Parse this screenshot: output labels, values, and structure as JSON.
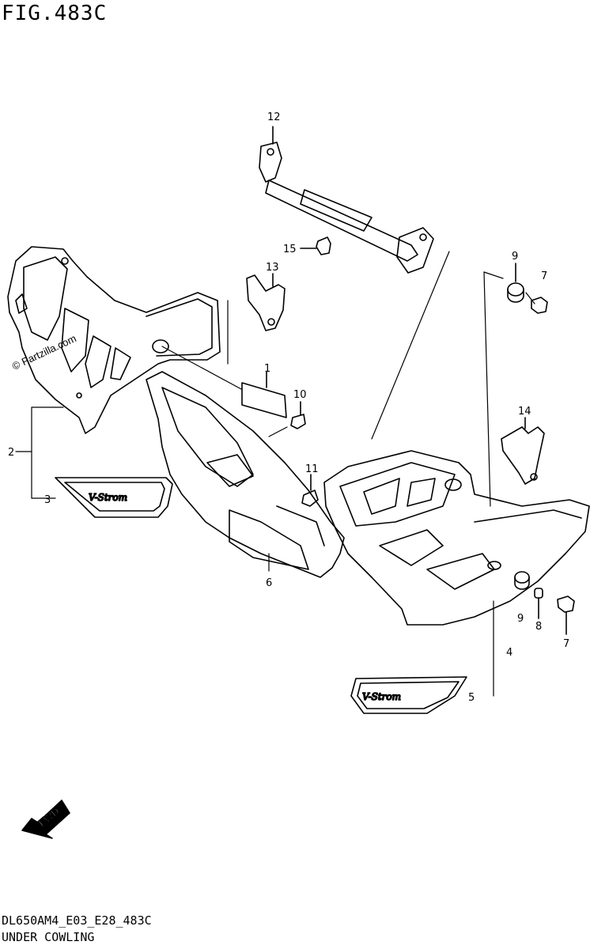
{
  "figure": {
    "title": "FIG.483C",
    "code": "DL650AM4_E03_E28_483C",
    "caption": "UNDER COWLING"
  },
  "watermark": "© Partzilla.com",
  "fwd_arrow_label": "FWD",
  "emblem_text": "V-Strom",
  "callouts": {
    "c12": "12",
    "c15": "15",
    "c13": "13",
    "c9a": "9",
    "c7a": "7",
    "c1": "1",
    "c10": "10",
    "c14": "14",
    "c2": "2",
    "c3": "3",
    "c11": "11",
    "c6": "6",
    "c9b": "9",
    "c8": "8",
    "c7b": "7",
    "c4": "4",
    "c5": "5"
  }
}
